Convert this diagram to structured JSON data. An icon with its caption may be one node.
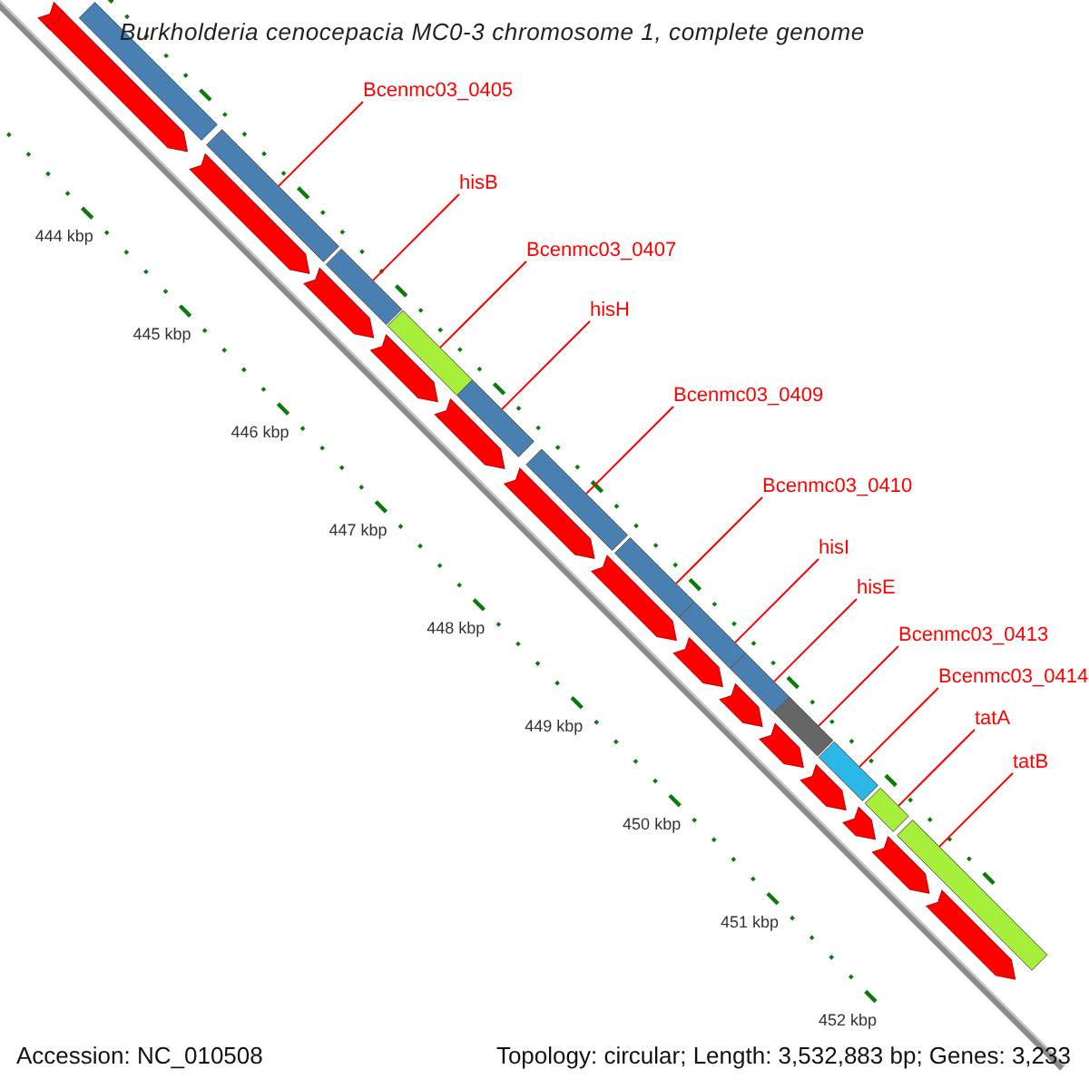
{
  "diagram": {
    "title": "Burkholderia cenocepacia MC0-3 chromosome 1, complete genome",
    "nodes": [
      {
        "text": [
          "Bcenmc03_0405"
        ]
      },
      {
        "text": [
          "hisB"
        ]
      },
      {
        "text": [
          "Bcenmc03_0407"
        ]
      },
      {
        "text": [
          "hisH"
        ]
      },
      {
        "text": [
          "Bcenmc03_0409"
        ]
      },
      {
        "text": [
          "Bcenmc03_0410"
        ]
      },
      {
        "text": [
          "hisI"
        ]
      },
      {
        "text": [
          "hisE"
        ]
      },
      {
        "text": [
          "Bcenmc03_0413"
        ]
      },
      {
        "text": [
          "Bcenmc03_0414"
        ]
      },
      {
        "text": [
          "tatA"
        ]
      },
      {
        "text": [
          "tatB"
        ]
      },
      {
        "text": [],
        "shape": "bar"
      },
      {
        "text": [],
        "shape": "bar"
      },
      {
        "text": [],
        "shape": "bar"
      },
      {
        "text": [],
        "shape": "bar"
      },
      {
        "text": [],
        "shape": "bar"
      },
      {
        "text": [],
        "shape": "bar"
      },
      {
        "text": [],
        "shape": "bar"
      },
      {
        "text": [],
        "shape": "bar"
      },
      {
        "text": [],
        "shape": "bar"
      },
      {
        "text": [],
        "shape": "bar"
      },
      {
        "text": [],
        "shape": "bar"
      },
      {
        "text": [],
        "shape": "bar"
      }
    ],
    "edges": [
      {
        "from": 0,
        "to": 12,
        "arrow": "none"
      },
      {
        "from": 1,
        "to": 13,
        "arrow": "none"
      },
      {
        "from": 2,
        "to": 14,
        "arrow": "none"
      },
      {
        "from": 3,
        "to": 15,
        "arrow": "none"
      },
      {
        "from": 4,
        "to": 16,
        "arrow": "none"
      },
      {
        "from": 5,
        "to": 17,
        "arrow": "none"
      },
      {
        "from": 6,
        "to": 18,
        "arrow": "none"
      },
      {
        "from": 7,
        "to": 19,
        "arrow": "none"
      },
      {
        "from": 8,
        "to": 20,
        "arrow": "none"
      },
      {
        "from": 9,
        "to": 21,
        "arrow": "none"
      },
      {
        "from": 10,
        "to": 22,
        "arrow": "none"
      },
      {
        "from": 11,
        "to": 23,
        "arrow": "none"
      }
    ],
    "labels": [
      "444 kbp",
      "445 kbp",
      "446 kbp",
      "447 kbp",
      "448 kbp",
      "449 kbp",
      "450 kbp",
      "451 kbp",
      "452 kbp",
      "Accession: NC_010508",
      "Topology: circular; Length: 3,532,883 bp; Genes: 3,233"
    ]
  }
}
